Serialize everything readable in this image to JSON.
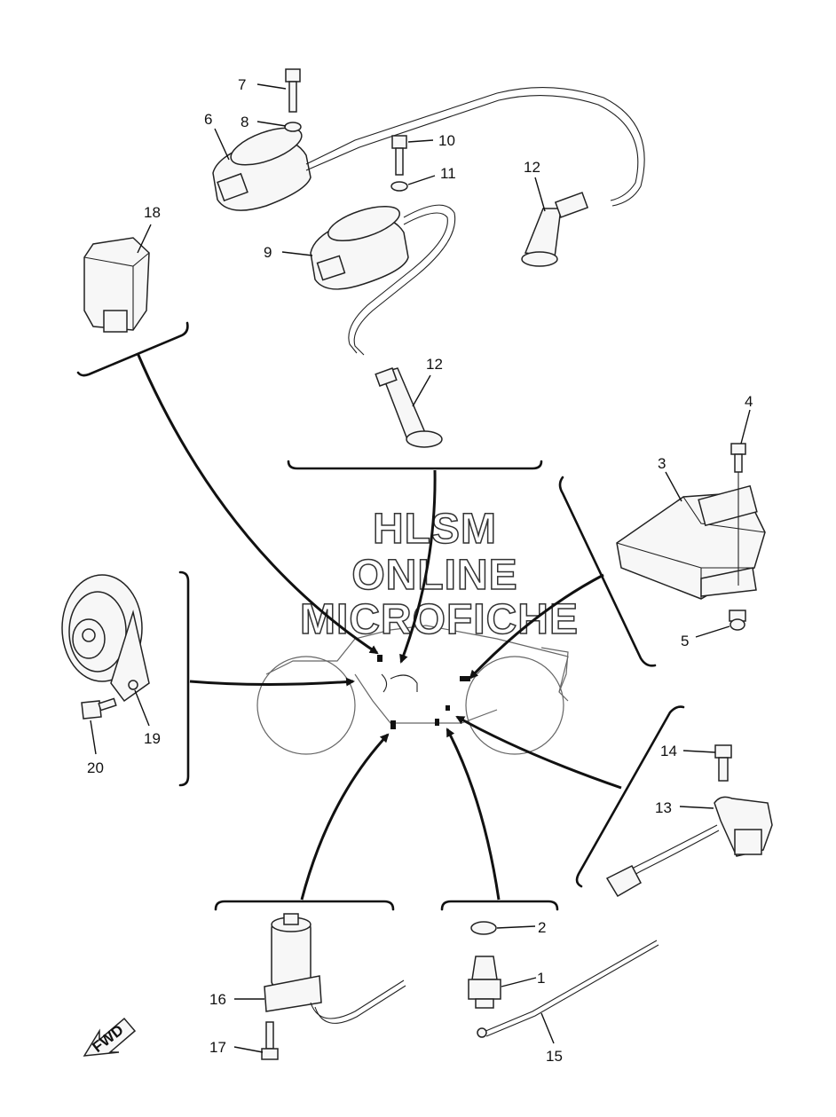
{
  "watermark": [
    "HLSM",
    "ONLINE",
    "MICROFICHE"
  ],
  "fwd_label": "FWD",
  "callouts": {
    "c1": "1",
    "c2": "2",
    "c3": "3",
    "c4": "4",
    "c5": "5",
    "c6": "6",
    "c7": "7",
    "c8": "8",
    "c9": "9",
    "c10": "10",
    "c11": "11",
    "c12a": "12",
    "c12b": "12",
    "c13": "13",
    "c14": "14",
    "c15": "15",
    "c16": "16",
    "c17": "17",
    "c18": "18",
    "c19": "19",
    "c20": "20"
  }
}
